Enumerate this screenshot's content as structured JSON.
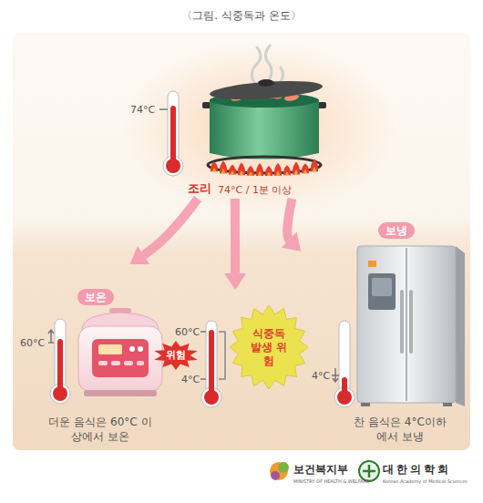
{
  "diagram": {
    "title": "〈그림. 식중독과 온도〉",
    "nodes": [
      {
        "text": [
          "74°C",
          "조리",
          "74°C / 1분 이상"
        ]
      },
      {
        "text": [
          "보온",
          "60°C",
          "더운 음식은 60°C 이상에서 보온"
        ]
      },
      {
        "text": [
          "60°C",
          "4°C"
        ]
      },
      {
        "text": [
          "위험"
        ],
        "in": 2
      },
      {
        "text": [
          "식중독 발생 위험"
        ],
        "in": 2
      },
      {
        "text": [
          "보냉",
          "4°C",
          "찬 음식은 4°C이하에서 보냉"
        ]
      }
    ],
    "edges": [
      {
        "from": 0,
        "to": 1,
        "arrow": "to"
      },
      {
        "from": 0,
        "to": 2,
        "arrow": "to"
      },
      {
        "from": 0,
        "to": 5,
        "arrow": "to"
      }
    ],
    "labels": [
      "보건복지부",
      "MINISTRY OF HEALTH & WELFARE",
      "대한의학회",
      "Korean Academy of Medical Sciences"
    ]
  }
}
